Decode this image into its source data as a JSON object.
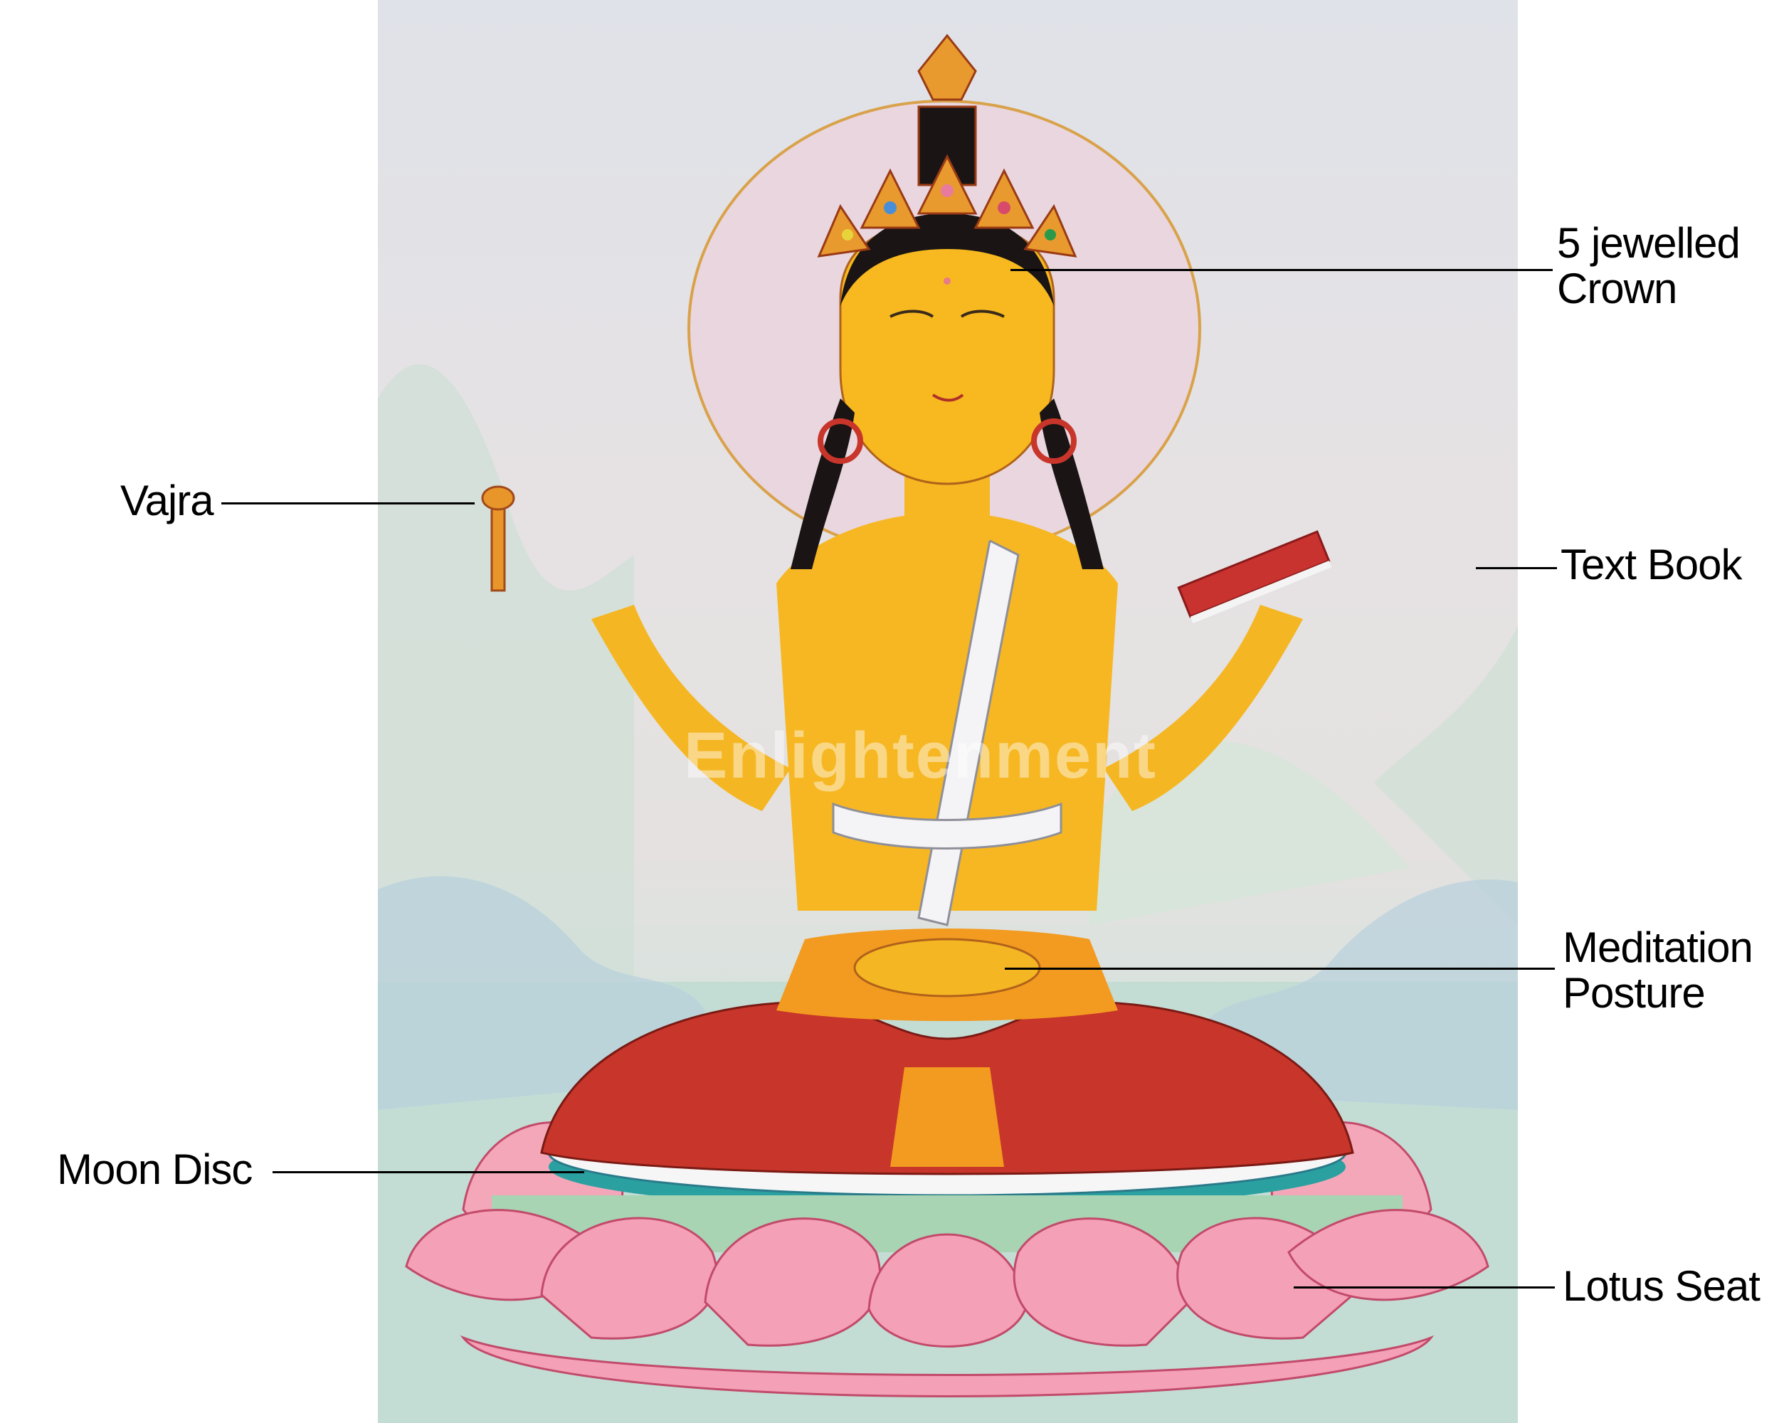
{
  "figure": {
    "subject": "Seated four-armed golden deity on lotus throne (thangka painting)",
    "watermark": "Enlightenment",
    "colors": {
      "background": "#ffffff",
      "sky": "#e2e2e6",
      "halo_fill": "#e8d4de",
      "halo_rim": "#d9a24a",
      "skin": "#f6b722",
      "robe_red": "#c8352a",
      "robe_orange": "#f29b20",
      "lotus_pink": "#f09ab0",
      "moon_disc": "#f4f4f4",
      "ground_teal": "#bfdcd4",
      "leader_line": "#000000"
    }
  },
  "annotations": [
    {
      "id": "crown",
      "line1": "5 jewelled",
      "line2": "Crown"
    },
    {
      "id": "vajra",
      "line1": "Vajra"
    },
    {
      "id": "text-book",
      "line1": "Text Book"
    },
    {
      "id": "meditation-posture",
      "line1": "Meditation",
      "line2": "Posture"
    },
    {
      "id": "moon-disc",
      "line1": "Moon Disc"
    },
    {
      "id": "lotus-seat",
      "line1": "Lotus Seat"
    }
  ]
}
